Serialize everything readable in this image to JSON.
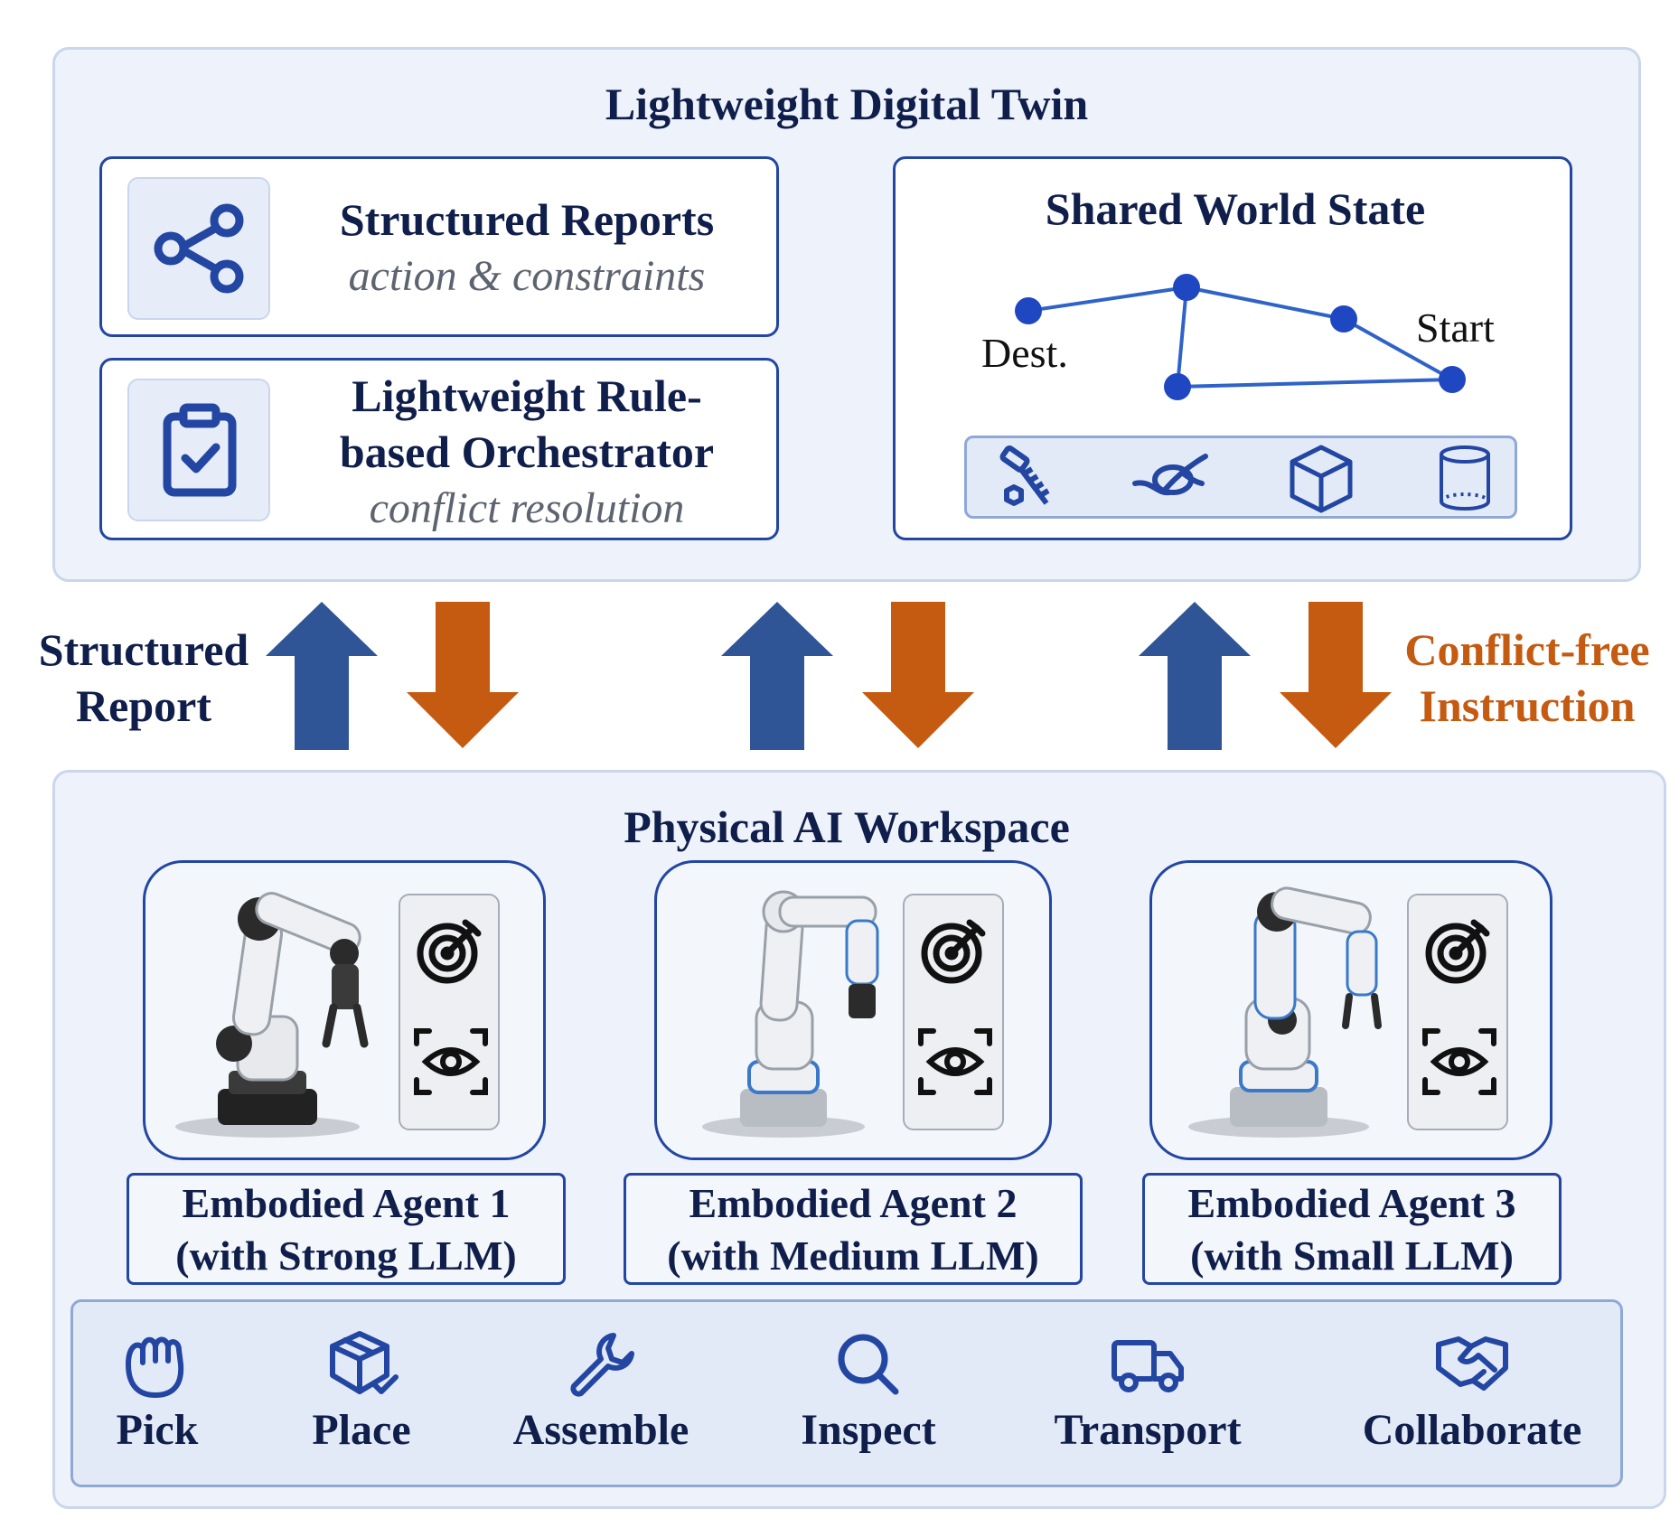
{
  "digital_twin": {
    "title": "Lightweight Digital Twin",
    "structured_reports": {
      "title": "Structured Reports",
      "subtitle": "action & constraints"
    },
    "orchestrator": {
      "title_line1": "Lightweight Rule-",
      "title_line2": "based Orchestrator",
      "subtitle": "conflict resolution"
    },
    "world_state": {
      "title": "Shared World State",
      "dest_label": "Dest.",
      "start_label": "Start",
      "object_icons": [
        "bolt-icon",
        "rope-icon",
        "cube-icon",
        "cylinder-icon"
      ]
    }
  },
  "flow": {
    "left_label_line1": "Structured",
    "left_label_line2": "Report",
    "right_label_line1": "Conflict-free",
    "right_label_line2": "Instruction",
    "up_color": "#2f5597",
    "down_color": "#c55a11"
  },
  "workspace": {
    "title": "Physical AI Workspace",
    "agents": [
      {
        "line1": "Embodied Agent 1",
        "line2": "(with Strong LLM)"
      },
      {
        "line1": "Embodied Agent 2",
        "line2": "(with Medium LLM)"
      },
      {
        "line1": "Embodied Agent 3",
        "line2": "(with Small LLM)"
      }
    ],
    "actions": [
      "Pick",
      "Place",
      "Assemble",
      "Inspect",
      "Transport",
      "Collaborate"
    ]
  }
}
